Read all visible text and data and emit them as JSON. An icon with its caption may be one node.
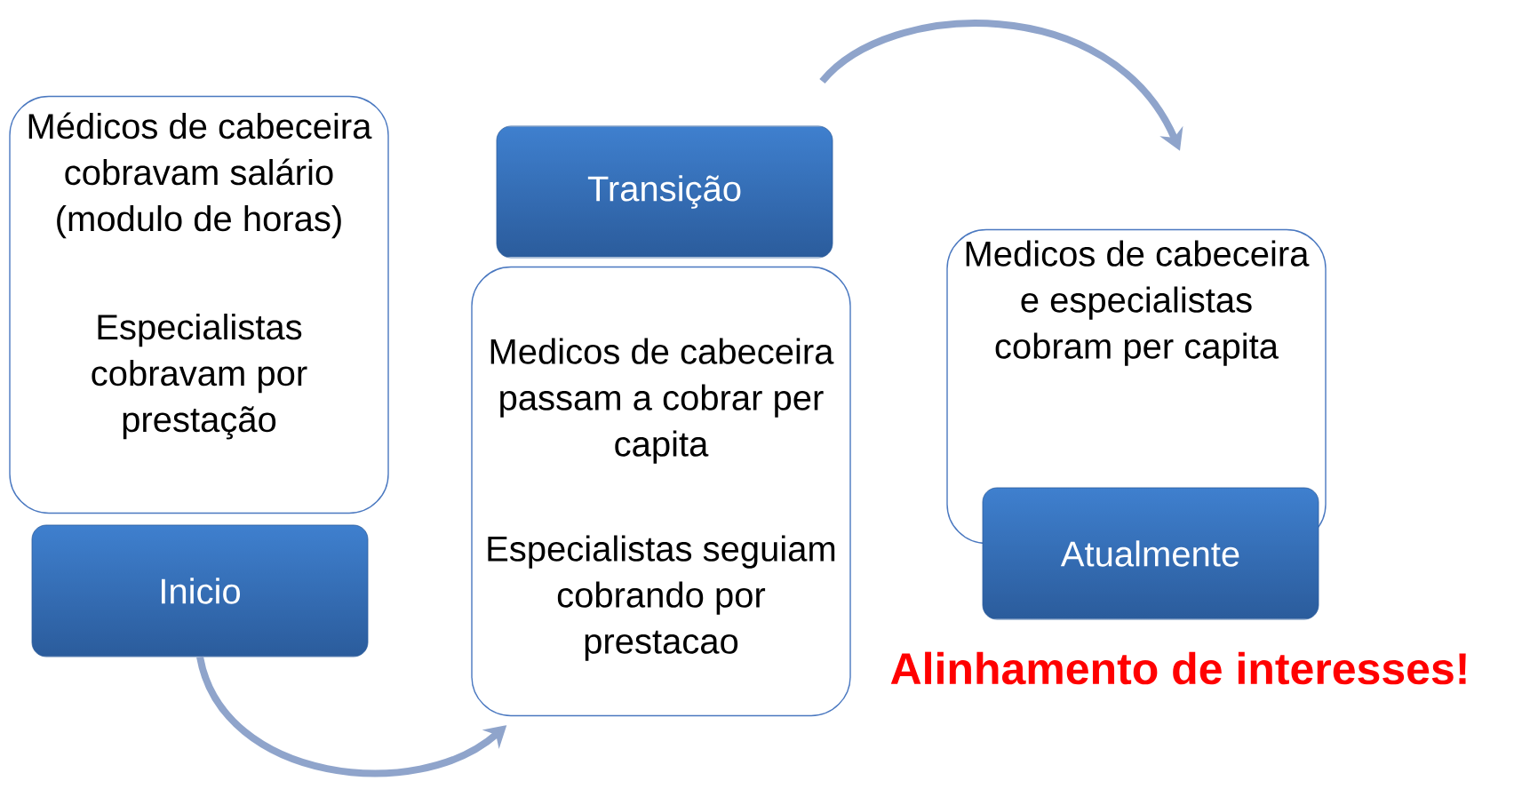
{
  "diagram": {
    "nodes": [
      {
        "text": [
          "Médicos de cabeceira cobravam salário (modulo de horas)",
          "Especialistas cobravam por prestação"
        ]
      },
      {
        "text": [
          "Inicio"
        ]
      },
      {
        "text": [
          "Transição"
        ]
      },
      {
        "text": [
          "Medicos de cabeceira passam a cobrar per capita",
          "Especialistas seguiam cobrando por prestacao"
        ]
      },
      {
        "text": [
          "Medicos de cabeceira e especialistas cobram per capita"
        ]
      },
      {
        "text": [
          "Atualmente"
        ]
      }
    ],
    "edges": [
      {
        "from": 1,
        "to": 3,
        "arrow": "to"
      },
      {
        "from": 2,
        "to": 4,
        "arrow": "to"
      }
    ],
    "labels": [
      "Alinhamento de interesses!"
    ]
  }
}
